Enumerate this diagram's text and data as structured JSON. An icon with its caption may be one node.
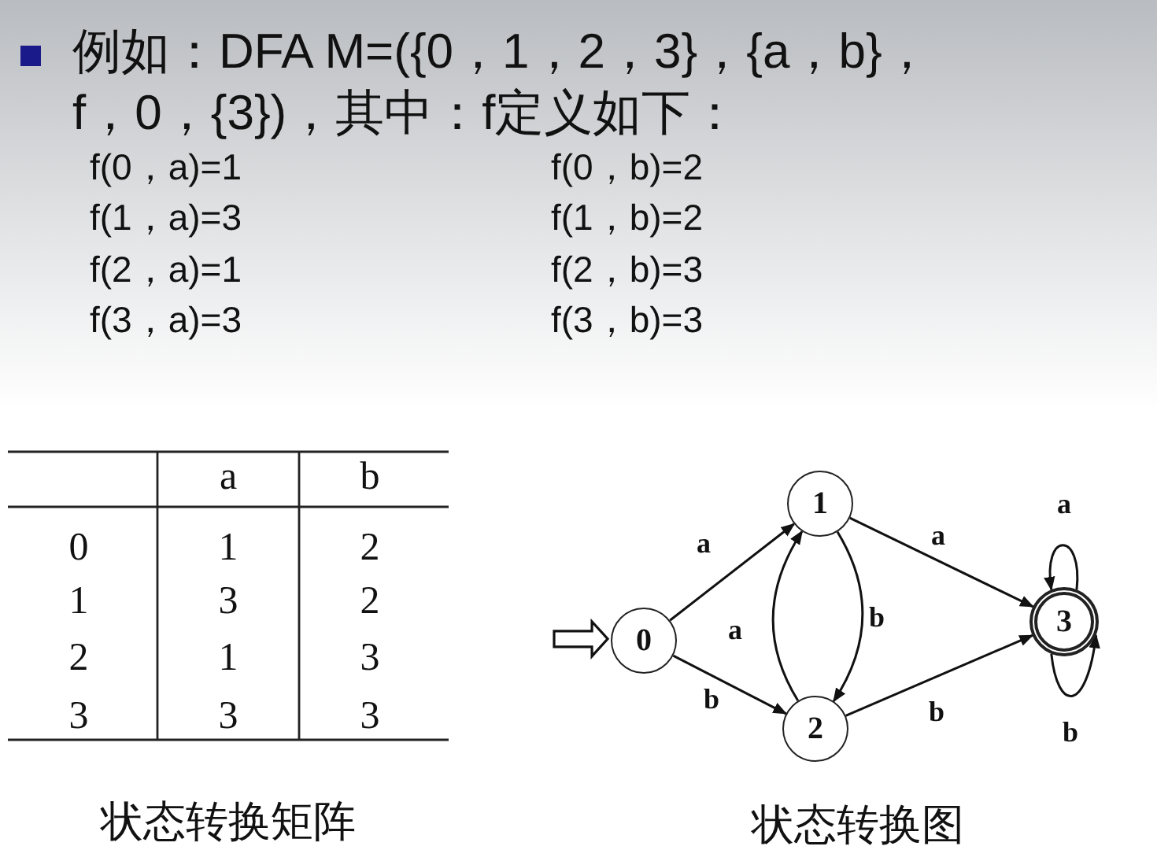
{
  "diagram": {
    "nodes": [
      {
        "text": [
          "0"
        ]
      },
      {
        "text": [
          "1"
        ]
      },
      {
        "text": [
          "2"
        ]
      },
      {
        "text": [
          "3"
        ]
      }
    ],
    "edges": [
      {
        "from": null,
        "to": 0,
        "arrow": "to"
      },
      {
        "from": 0,
        "to": 1,
        "arrow": "to",
        "label": "a"
      },
      {
        "from": 0,
        "to": 2,
        "arrow": "to",
        "label": "b"
      },
      {
        "from": 1,
        "to": 3,
        "arrow": "to",
        "label": "a"
      },
      {
        "from": 1,
        "to": 2,
        "arrow": "to",
        "label": "b"
      },
      {
        "from": 2,
        "to": 1,
        "arrow": "to",
        "label": "a"
      },
      {
        "from": 2,
        "to": 3,
        "arrow": "to",
        "label": "b"
      },
      {
        "from": 3,
        "to": 3,
        "arrow": "to",
        "label": "a"
      },
      {
        "from": 3,
        "to": 3,
        "arrow": "to",
        "label": "b"
      }
    ],
    "labels": [
      "例如：DFA M=({0，1，2，3}，{a，b}，f，0，{3})，其中：f定义如下：",
      "f(0，a)=1",
      "f(0，b)=2",
      "f(1，a)=3",
      "f(1，b)=2",
      "f(2，a)=1",
      "f(2，b)=3",
      "f(3，a)=3",
      "f(3，b)=3",
      "a",
      "b",
      "0",
      "1",
      "2",
      "1",
      "3",
      "2",
      "2",
      "1",
      "3",
      "3",
      "3",
      "3",
      "状态转换矩阵",
      "状态转换图"
    ]
  }
}
